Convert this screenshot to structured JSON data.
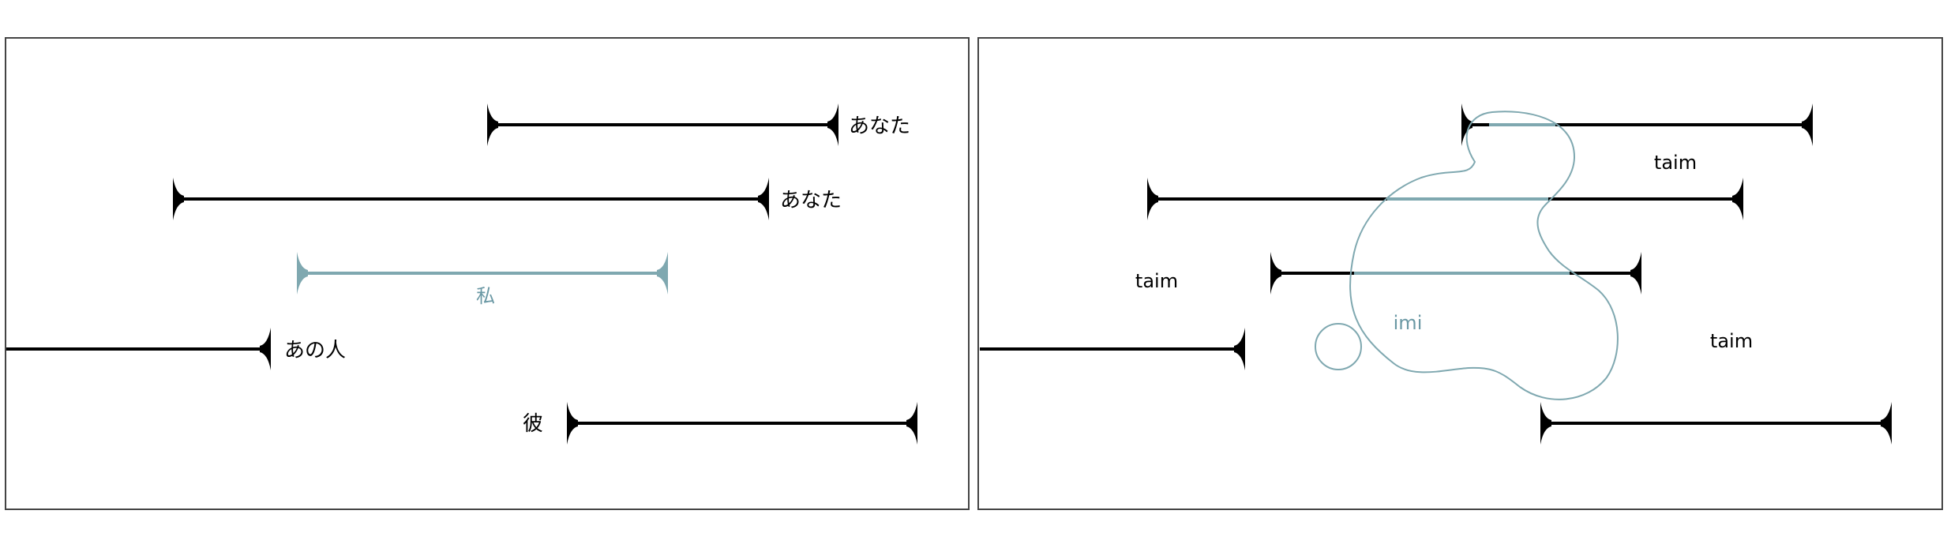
{
  "colors": {
    "ink": "#000000",
    "accent": "#7fa8b0",
    "accent_text": "#6a98a4",
    "frame": "#444444"
  },
  "left_panel": {
    "labels": {
      "anata_1": "あなた",
      "anata_2": "あなた",
      "watashi": "私",
      "ano_hito": "あの人",
      "kare": "彼"
    }
  },
  "right_panel": {
    "labels": {
      "taim_1": "taim",
      "taim_2": "taim",
      "taim_3": "taim",
      "imi": "imi"
    }
  }
}
